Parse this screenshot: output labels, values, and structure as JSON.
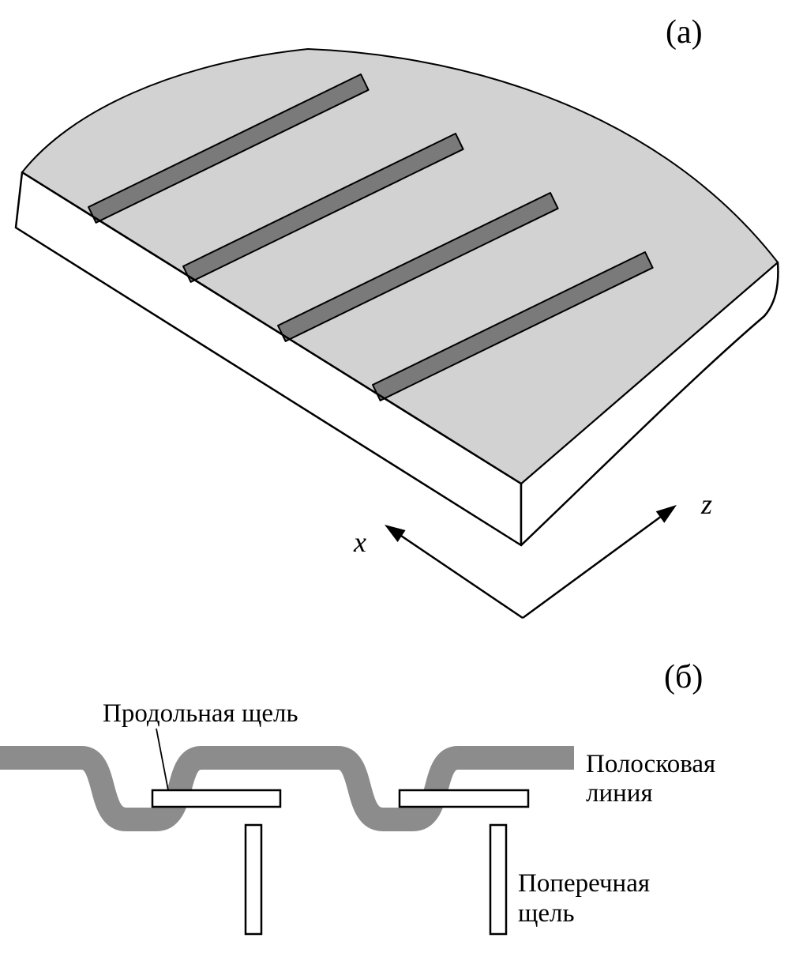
{
  "colors": {
    "background": "#ffffff",
    "slab_top": "#d2d2d2",
    "strip": "#7a7a7a",
    "stripline": "#8c8c8c",
    "outline": "#000000"
  },
  "panel_a": {
    "label": "(а)",
    "axis_x": "x",
    "axis_z": "z"
  },
  "panel_b": {
    "label": "(б)",
    "longitudinal_slot": "Продольная щель",
    "stripline_line1": "Полосковая",
    "stripline_line2": "линия",
    "transverse_slot_line1": "Поперечная",
    "transverse_slot_line2": "щель"
  }
}
